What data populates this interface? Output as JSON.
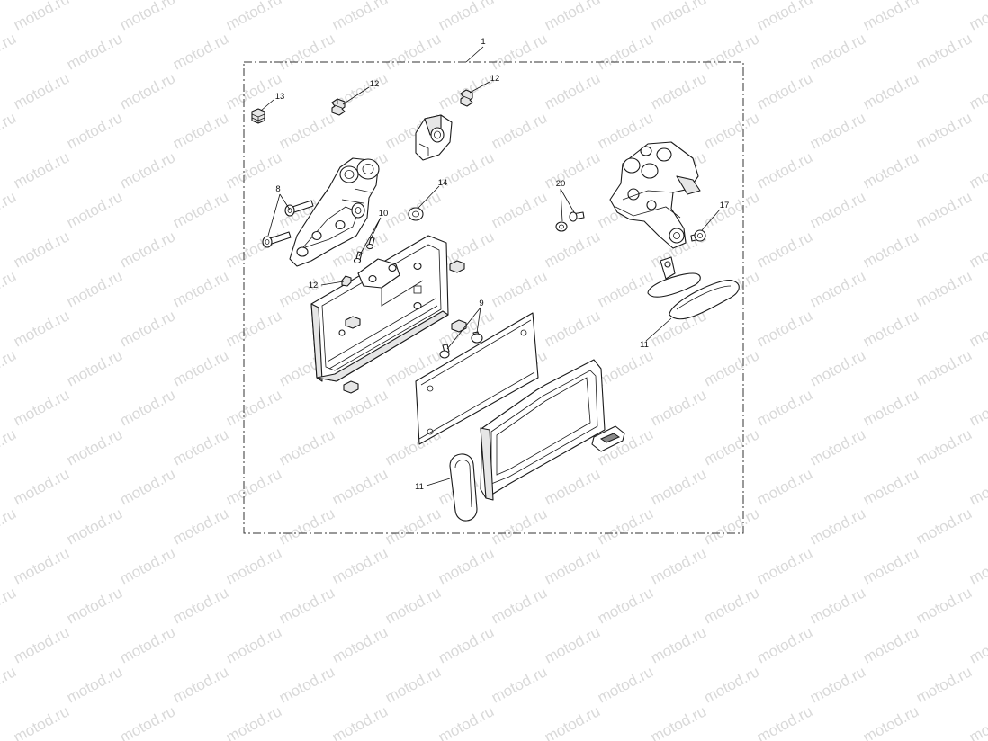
{
  "watermark": {
    "text": "motod.ru"
  },
  "callouts": {
    "c1": "1",
    "c13": "13",
    "c12a": "12",
    "c12b": "12",
    "c12c": "12",
    "c8": "8",
    "c14": "14",
    "c10": "10",
    "c20": "20",
    "c17": "17",
    "c9": "9",
    "c11a": "11",
    "c11b": "11"
  }
}
